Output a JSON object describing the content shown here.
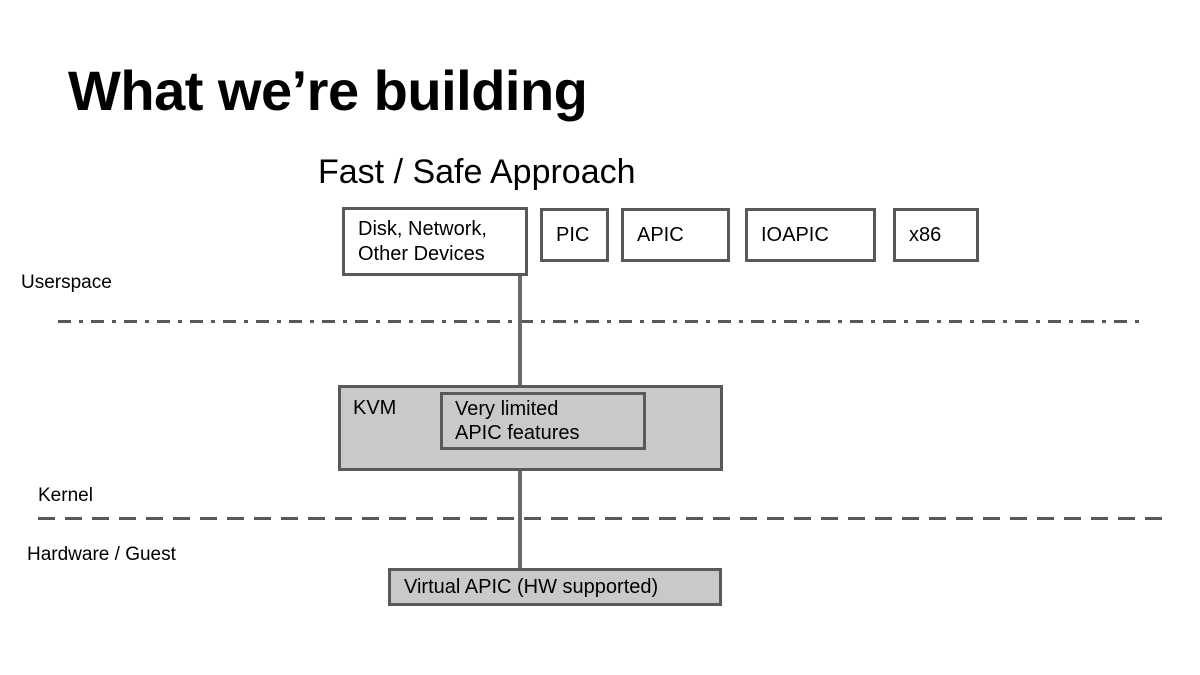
{
  "slide": {
    "title": "What we’re building",
    "subtitle": "Fast / Safe Approach"
  },
  "bands": {
    "userspace_label": "Userspace",
    "kernel_label": "Kernel",
    "hardware_label": "Hardware / Guest"
  },
  "dividers": {
    "userspace_kernel_style": "dash-dot",
    "kernel_hardware_style": "dashed",
    "line_color": "#595959"
  },
  "userspace_boxes": [
    {
      "id": "devices",
      "label": "Disk, Network,\nOther Devices",
      "fill": "#ffffff",
      "border": "#595959"
    },
    {
      "id": "pic",
      "label": "PIC",
      "fill": "#ffffff",
      "border": "#595959"
    },
    {
      "id": "apic",
      "label": "APIC",
      "fill": "#ffffff",
      "border": "#595959"
    },
    {
      "id": "ioapic",
      "label": "IOAPIC",
      "fill": "#ffffff",
      "border": "#595959"
    },
    {
      "id": "x86",
      "label": "x86",
      "fill": "#ffffff",
      "border": "#595959"
    }
  ],
  "kernel_box": {
    "label": "KVM",
    "fill": "#c9c9c9",
    "border": "#595959",
    "inner": {
      "label": "Very limited\nAPIC features",
      "fill": "#c9c9c9",
      "border": "#595959"
    }
  },
  "hardware_box": {
    "label": "Virtual APIC (HW supported)",
    "fill": "#c9c9c9",
    "border": "#595959"
  },
  "connectors": [
    {
      "id": "devices-to-kvm",
      "color": "#6a6a6a"
    },
    {
      "id": "kvm-to-vapic",
      "color": "#6a6a6a"
    }
  ]
}
